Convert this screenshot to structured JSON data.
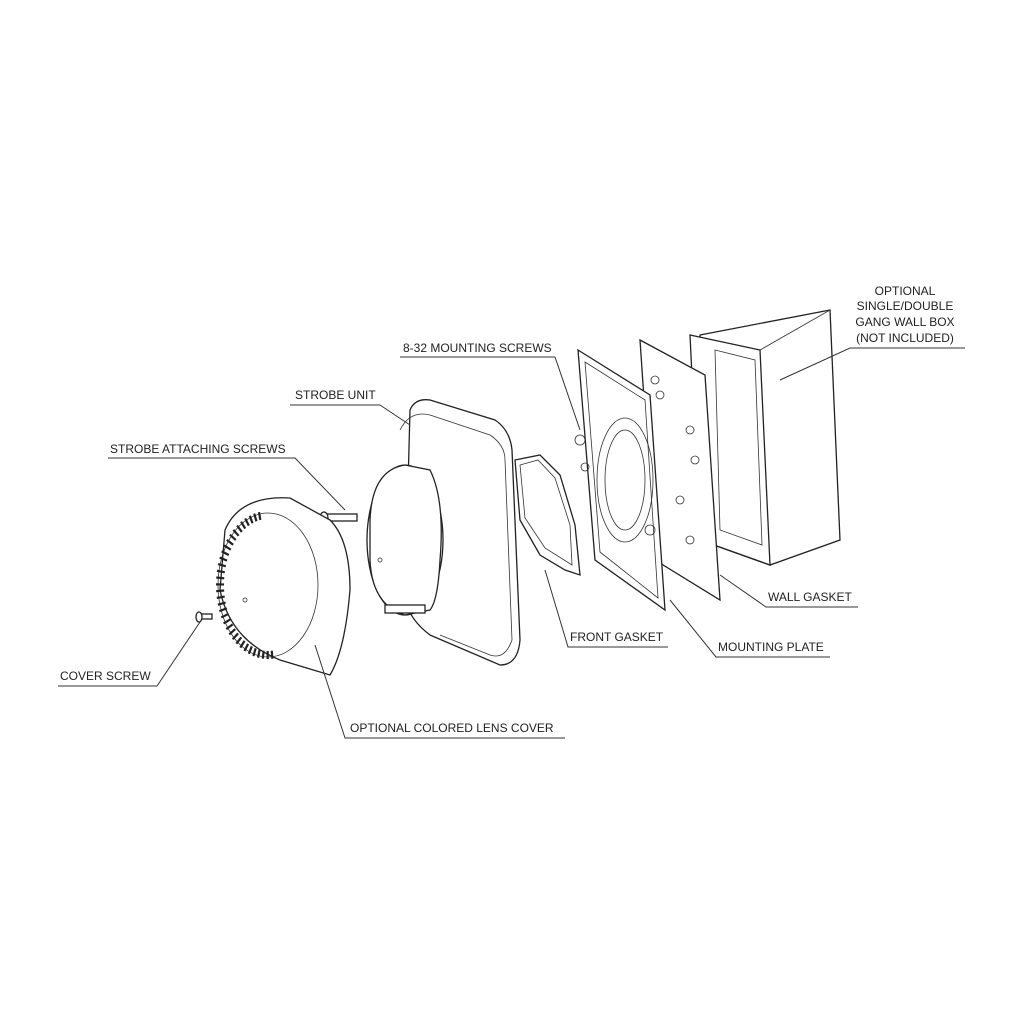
{
  "labels": {
    "wall_box": [
      "OPTIONAL",
      "SINGLE/DOUBLE",
      "GANG WALL BOX",
      "(NOT INCLUDED)"
    ],
    "mounting_screws": "8-32 MOUNTING SCREWS",
    "strobe_unit": "STROBE UNIT",
    "strobe_attaching_screws": "STROBE ATTACHING SCREWS",
    "cover_screw": "COVER SCREW",
    "lens_cover": "OPTIONAL COLORED LENS COVER",
    "front_gasket": "FRONT GASKET",
    "mounting_plate": "MOUNTING PLATE",
    "wall_gasket": "WALL GASKET"
  }
}
